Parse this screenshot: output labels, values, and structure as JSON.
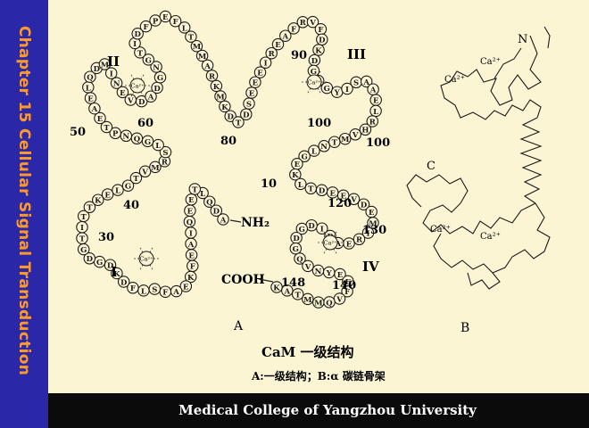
{
  "sidebar": {
    "chapter_title": "Chapter 15 Cellular Signal Transduction"
  },
  "footer": {
    "text": "Medical College of Yangzhou University"
  },
  "figure": {
    "panel_a_label": "A",
    "panel_b_label": "B",
    "caption_title": "CaM 一级结构",
    "caption_subtitle": "A:一级结构；B:α 碳链骨架",
    "domain_labels": [
      "I",
      "II",
      "III",
      "IV"
    ],
    "residue_numbers": [
      "10",
      "30",
      "40",
      "50",
      "60",
      "80",
      "90",
      "100",
      "100",
      "120",
      "130",
      "140",
      "148"
    ],
    "terminals": {
      "amino": "NH₂",
      "carboxyl": "COOH"
    },
    "ion_label": "Ca²⁺",
    "backbone_labels": {
      "n_term": "N",
      "c_term": "C",
      "ca": [
        "Ca²⁺",
        "Ca²⁺",
        "Ca²⁺",
        "Ca²⁺"
      ]
    },
    "sequence": "ADQLTEEQIAEFKEAFSLFDKDGDGTITTKELGTVMRSLGQNPTEAELQDMINEVDADGNGTIDFPEFLTMMARKMKDTDSEEEIREAFRVFDKDGNGYISAAELRHVMTNLGEKLTDEEVDEMIREADIDGDGQVNYEEFVQMMTAK"
  }
}
